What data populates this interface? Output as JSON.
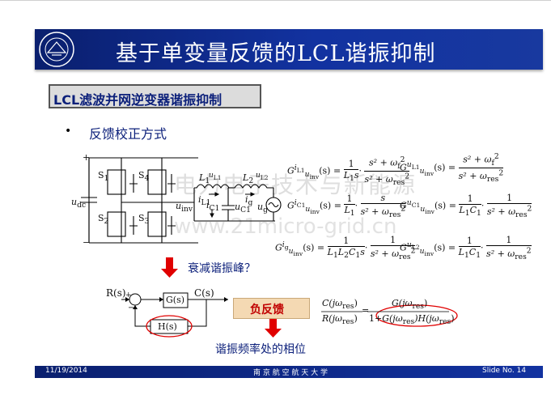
{
  "slide": {
    "title": "基于单变量反馈的LCL谐振抑制",
    "subtitle": "LCL滤波并网逆变器谐振抑制",
    "bullet_marker": "•",
    "bullet": "反馈校正方式",
    "note_attenuate": "衰减谐振峰？",
    "feedback_label": "负反馈",
    "note_phase": "谐振频率处的相位"
  },
  "watermark": {
    "cn": "电力电子技术与新能源",
    "url": "www.21micro-grid.cn"
  },
  "circuit": {
    "s1": "S",
    "s1_sub": "1",
    "s2": "S",
    "s2_sub": "2",
    "s3": "S",
    "s3_sub": "3",
    "s4": "S",
    "s4_sub": "4",
    "udc": "u",
    "udc_sub": "dc",
    "plus": "+",
    "minus": "−",
    "l1": "L",
    "l1_sub": "1",
    "l2": "L",
    "l2_sub": "2",
    "il1": "i",
    "il1_sub": "L1",
    "ig": "i",
    "ig_sub": "g",
    "ic1": "i",
    "ic1_sub": "C1",
    "uc1": "u",
    "uc1_sub": "C1",
    "ug": "u",
    "ug_sub": "g",
    "uinv": "u",
    "uinv_sub": "inv",
    "ul1": "u",
    "ul1_sub": "L1",
    "ul2": "u",
    "ul2_sub": "L2"
  },
  "block_diagram": {
    "r": "R(s)",
    "c": "C(s)",
    "g": "G(s)",
    "h": "H(s)",
    "plus": "+",
    "minus": "−"
  },
  "equations": {
    "e1_lhs": "G",
    "e1_sup": "i",
    "e1_supsub": "L1",
    "e1_sub": "u",
    "e1_subsub": "inv",
    "e1_arg": "(s) =",
    "e1_num1": "1",
    "e1_den1": "L",
    "e1_den1_sub": "1",
    "e1_den1_tail": "s",
    "e1_num2": "s² + ω",
    "e1_num2_sub": "f",
    "e1_num2_sup": "2",
    "e1_den2": "s² + ω",
    "e1_den2_sub": "res",
    "e1_den2_sup": "2",
    "e2_lhs": "G",
    "e2_sup": "u",
    "e2_supsub": "L1",
    "e2_sub": "u",
    "e2_subsub": "inv",
    "e2_arg": "(s) =",
    "e2_num": "s² + ω",
    "e2_num_sub": "f",
    "e2_num_sup": "2",
    "e2_den": "s² + ω",
    "e2_den_sub": "res",
    "e2_den_sup": "2",
    "e3_lhs": "G",
    "e3_sup": "i",
    "e3_supsub": "C1",
    "e3_sub": "u",
    "e3_subsub": "inv",
    "e3_arg": "(s) =",
    "e3_num1": "1",
    "e3_den1": "L",
    "e3_den1_sub": "1",
    "e3_num2": "s",
    "e3_den2": "s² + ω",
    "e3_den2_sub": "res",
    "e3_den2_sup": "2",
    "e4_lhs": "G",
    "e4_sup": "u",
    "e4_supsub": "C1",
    "e4_sub": "u",
    "e4_subsub": "inv",
    "e4_arg": "(s) =",
    "e4_num1": "1",
    "e4_den1": "L",
    "e4_den1_sub": "1",
    "e4_den1_b": "C",
    "e4_den1_bsub": "1",
    "e4_num2": "1",
    "e4_den2": "s² + ω",
    "e4_den2_sub": "res",
    "e4_den2_sup": "2",
    "e5_lhs": "G",
    "e5_sup": "i",
    "e5_supsub": "g",
    "e5_sub": "u",
    "e5_subsub": "inv",
    "e5_arg": "(s) =",
    "e5_num1": "1",
    "e5_den1": "L",
    "e5_den1_sub": "1",
    "e5_den1_b": "L",
    "e5_den1_bsub": "2",
    "e5_den1_c": "C",
    "e5_den1_csub": "1",
    "e5_den1_tail": "s",
    "e5_num2": "1",
    "e5_den2": "s² + ω",
    "e5_den2_sub": "res",
    "e5_den2_sup": "2",
    "e6_lhs": "G",
    "e6_sup": "u",
    "e6_supsub": "L2",
    "e6_sub": "u",
    "e6_subsub": "inv",
    "e6_arg": "(s) =",
    "e6_num1": "1",
    "e6_den1": "L",
    "e6_den1_sub": "1",
    "e6_den1_b": "C",
    "e6_den1_bsub": "1",
    "e6_num2": "1",
    "e6_den2": "s² + ω",
    "e6_den2_sub": "res",
    "e6_den2_sup": "2",
    "cl_num_l": "C(jω",
    "cl_num_sub": "res",
    "cl_num_r": ")",
    "cl_den_l": "R(jω",
    "cl_den_sub": "res",
    "cl_den_r": ")",
    "cl_rnum_l": "G(jω",
    "cl_rnum_sub": "res",
    "cl_rnum_r": ")",
    "cl_rden_a": "1+",
    "cl_rden_b": "G(jω",
    "cl_rden_b_sub": "res",
    "cl_rden_c": ")H(jω",
    "cl_rden_c_sub": "res",
    "cl_rden_d": ")",
    "cl_eq": "="
  },
  "footer": {
    "date": "11/19/2014",
    "school": "南 京 航 空 航 天 大 学",
    "slide_no": "Slide No. 14"
  },
  "colors": {
    "banner": "#1232a0",
    "title_blue": "#0b1f7a",
    "red": "#e00000"
  }
}
